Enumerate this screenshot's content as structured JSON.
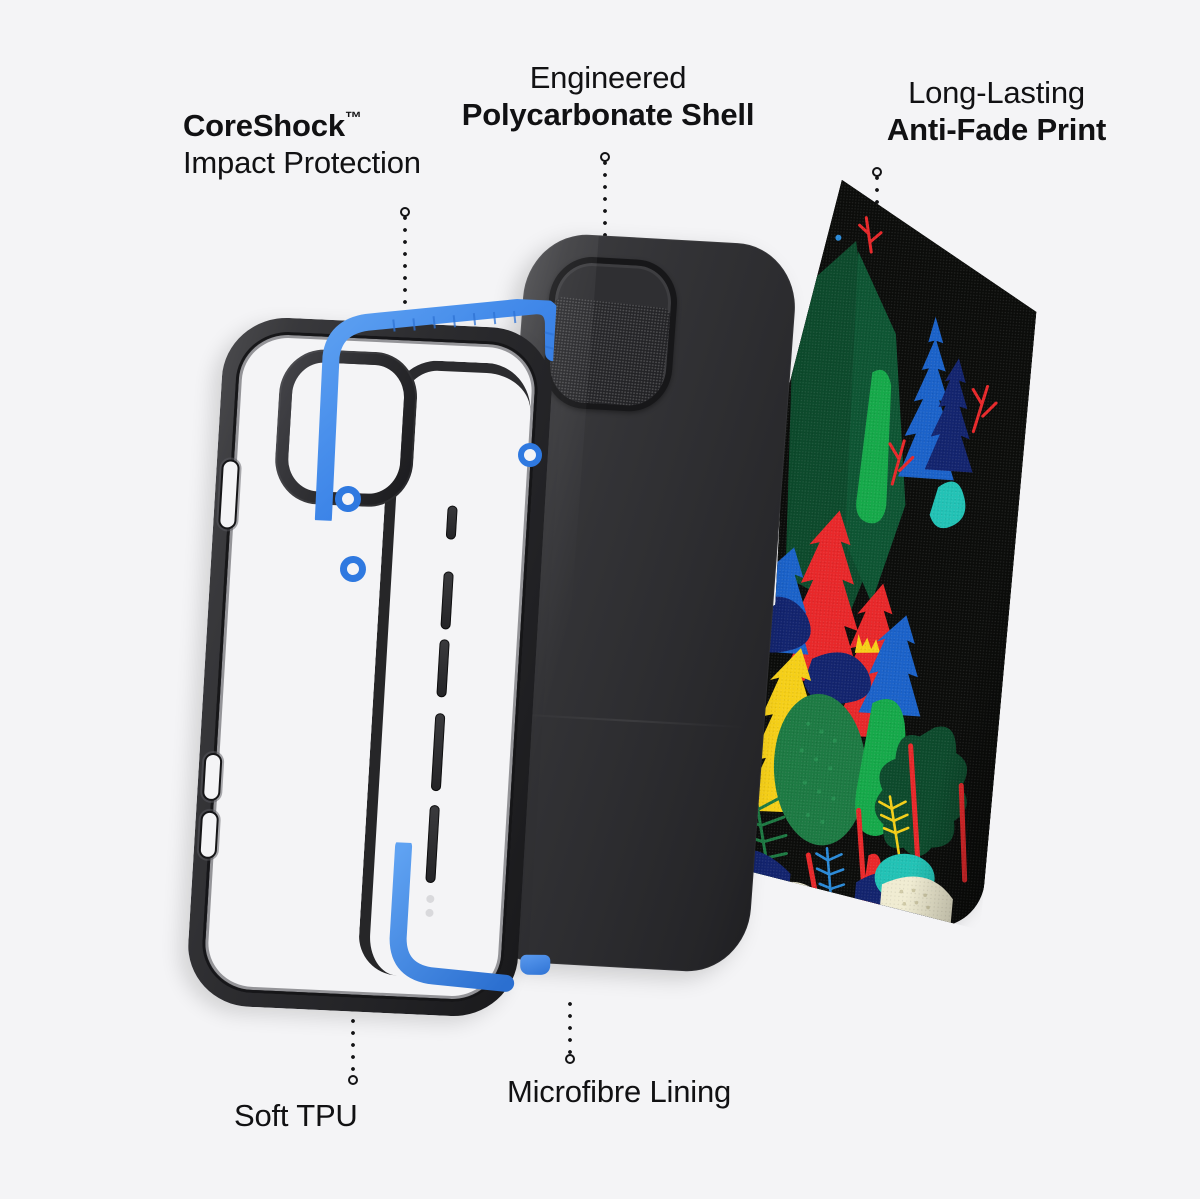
{
  "page": {
    "background_color": "#f4f4f6",
    "text_color": "#111113",
    "title": "Exploded phone case construction diagram"
  },
  "palette": {
    "accent_blue": "#3d85e8",
    "blue_dark": "#2f73d4",
    "case_black": "#2c2c2f",
    "lining_black": "#2b2b2d",
    "print_bg": "#0c0d0b",
    "print_red": "#e8282a",
    "print_yellow": "#f5cf18",
    "print_green": "#16a94a",
    "print_dark_green": "#0d5030",
    "print_blue": "#1b62c9",
    "print_navy": "#13246e",
    "print_teal": "#22c2b5",
    "print_cream": "#f0ecd2"
  },
  "callouts": [
    {
      "id": "coreshock",
      "line1_regular": "",
      "line1_bold": "CoreShock",
      "trademark": "™",
      "line2_regular": "Impact Protection",
      "line2_bold": ""
    },
    {
      "id": "polycarbonate",
      "line1_regular": "Engineered",
      "line1_bold": "",
      "trademark": "",
      "line2_regular": "",
      "line2_bold": "Polycarbonate Shell"
    },
    {
      "id": "print",
      "line1_regular": "Long-Lasting",
      "line1_bold": "",
      "trademark": "",
      "line2_regular": "",
      "line2_bold": "Anti-Fade Print"
    },
    {
      "id": "tpu",
      "line1_regular": "Soft ",
      "line1_bold": "TPU",
      "trademark": "",
      "line2_regular": "",
      "line2_bold": ""
    },
    {
      "id": "microfibre",
      "line1_regular": "",
      "line1_bold": "Microfibre",
      "trademark": "",
      "line2_regular": " Lining",
      "line2_bold": ""
    }
  ],
  "labels": {
    "coreshock_bold": "CoreShock",
    "coreshock_tm": "™",
    "coreshock_sub": "Impact Protection",
    "poly_top": "Engineered",
    "poly_bold": "Polycarbonate Shell",
    "print_top": "Long-Lasting",
    "print_bold": "Anti-Fade Print",
    "tpu_reg": "Soft ",
    "tpu_bold": "TPU",
    "micro_bold": "Microfibre",
    "micro_reg": " Lining"
  },
  "layers": [
    {
      "name": "Soft TPU bumper",
      "color": "#2c2c2f",
      "accent": "#3d85e8",
      "position": "left"
    },
    {
      "name": "Microfibre lining",
      "color": "#2b2b2d",
      "position": "center-left"
    },
    {
      "name": "Polycarbonate shell",
      "color": "#333336",
      "position": "center"
    },
    {
      "name": "Anti-fade printed back plate",
      "color": "#0c0d0b",
      "position": "right"
    }
  ],
  "print_artwork": {
    "theme": "stylized layered forest",
    "motifs": [
      "pine trees",
      "fir trees",
      "round bushes",
      "fern fronds",
      "grasses",
      "snow mounds"
    ]
  }
}
